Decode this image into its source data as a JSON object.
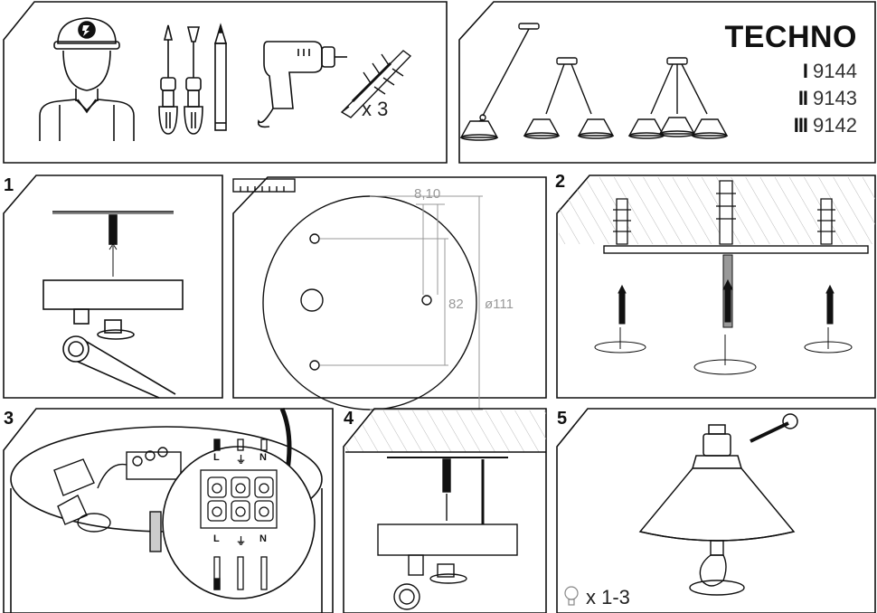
{
  "product": {
    "name": "TECHNO",
    "models": [
      {
        "roman": "I",
        "code": "9144"
      },
      {
        "roman": "II",
        "code": "9143"
      },
      {
        "roman": "III",
        "code": "9142"
      }
    ]
  },
  "tools": {
    "anchor_quantity": "x 3"
  },
  "steps": {
    "step1": "1",
    "step2": "2",
    "step3": "3",
    "step4": "4",
    "step5": "5"
  },
  "dimensions": {
    "hole_offset": "8,10",
    "hole_spacing": "82",
    "diameter": "ø111"
  },
  "wiring": {
    "top_labels": [
      "L",
      "⏚",
      "N"
    ],
    "bottom_labels": [
      "L",
      "⏚",
      "N"
    ]
  },
  "bulbs": {
    "quantity": "x 1-3"
  }
}
